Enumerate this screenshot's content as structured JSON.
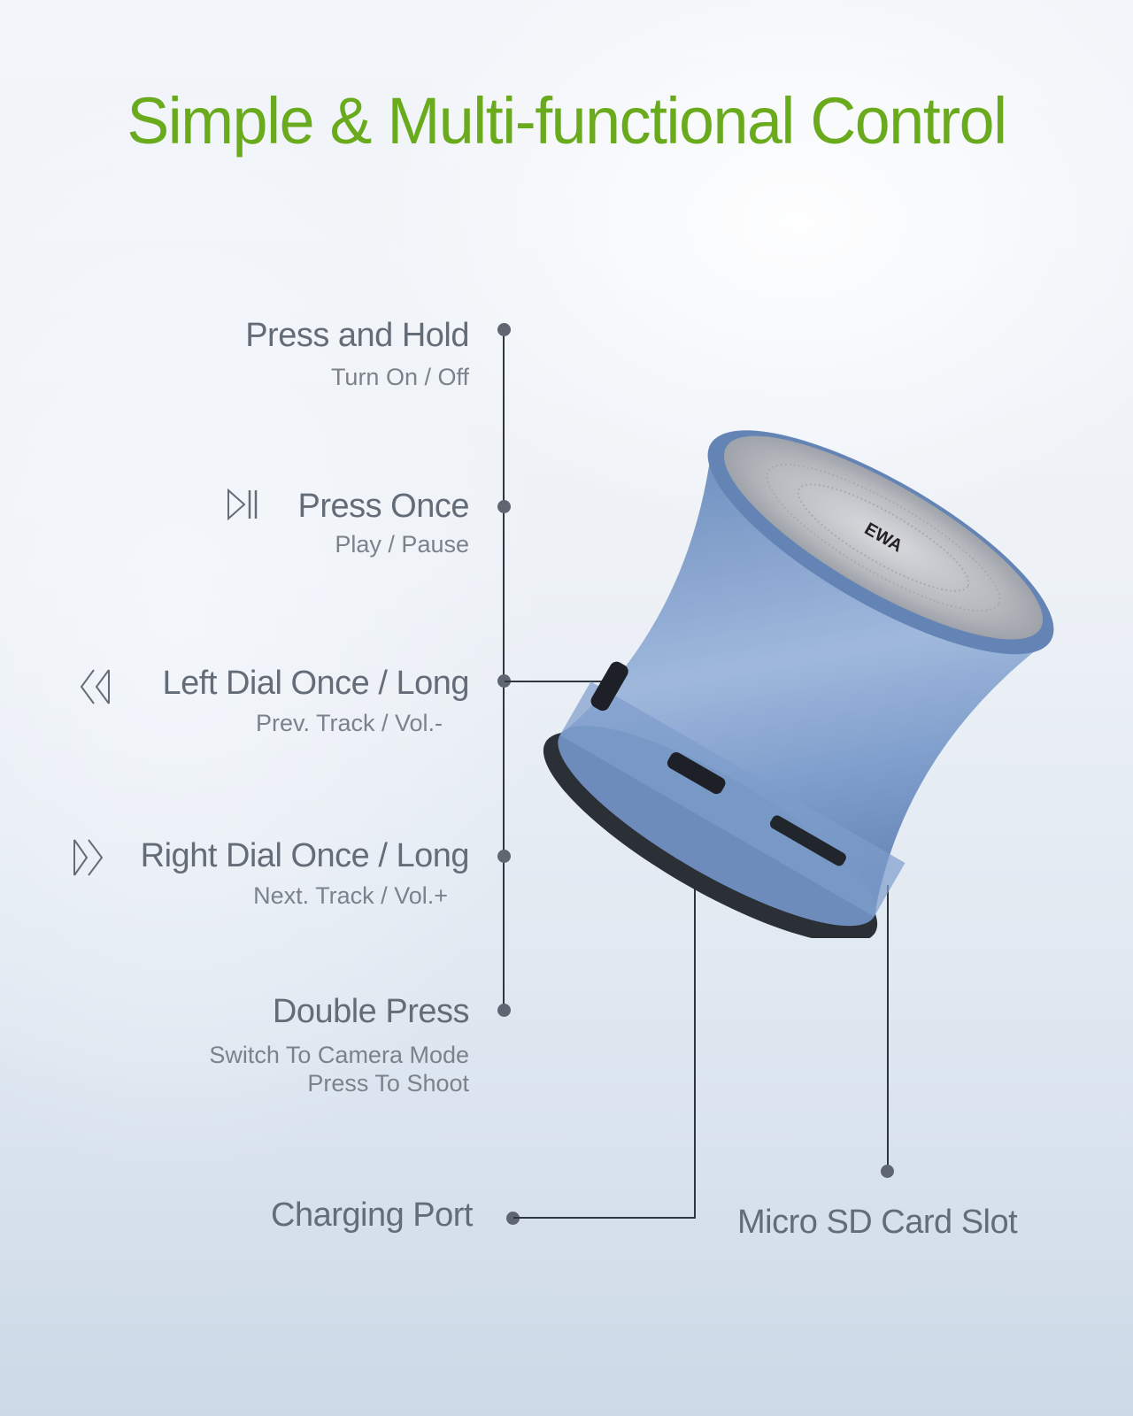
{
  "title": "Simple & Multi-functional Control",
  "brand_color": "#6aab1e",
  "text_color": "#646c78",
  "controls": [
    {
      "heading": "Press and Hold",
      "sub": "Turn On / Off",
      "icon": "none"
    },
    {
      "heading": "Press Once",
      "sub": "Play / Pause",
      "icon": "play-pause-icon"
    },
    {
      "heading": "Left Dial Once / Long",
      "sub": "Prev. Track / Vol.-",
      "icon": "rewind-icon"
    },
    {
      "heading": "Right Dial Once / Long",
      "sub": "Next. Track / Vol.+",
      "icon": "fast-forward-icon"
    },
    {
      "heading": "Double Press",
      "sub": "Switch To Camera Mode",
      "sub2": "Press To Shoot",
      "icon": "none"
    }
  ],
  "ports": {
    "charging": "Charging Port",
    "sd": "Micro SD Card Slot"
  },
  "product": {
    "logo": "EWA",
    "body_color": "#86a3cc"
  }
}
